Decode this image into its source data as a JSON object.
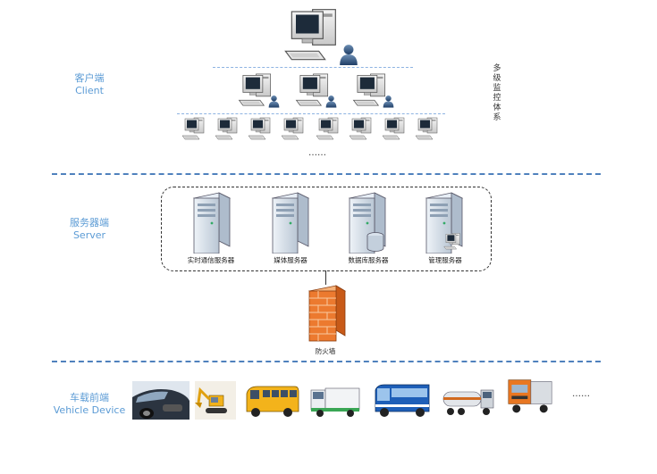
{
  "tiers": {
    "client": {
      "cn": "客户端",
      "en": "Client"
    },
    "server": {
      "cn": "服务器端",
      "en": "Server"
    },
    "vehicle": {
      "cn": "车载前端",
      "en": "Vehicle Device"
    }
  },
  "side_label": "多级监控体系",
  "client_more": "……",
  "servers": [
    {
      "label": "实时通信服务器",
      "icon": "server-icon"
    },
    {
      "label": "媒体服务器",
      "icon": "server-icon"
    },
    {
      "label": "数据库服务器",
      "icon": "database-server-icon"
    },
    {
      "label": "管理服务器",
      "icon": "management-server-icon"
    }
  ],
  "firewall": {
    "label": "防火墙",
    "icon": "firewall-icon"
  },
  "vehicles": [
    {
      "name": "car",
      "icon": "car-icon"
    },
    {
      "name": "excavator",
      "icon": "excavator-icon"
    },
    {
      "name": "school-bus",
      "icon": "school-bus-icon"
    },
    {
      "name": "sweeper-truck",
      "icon": "sweeper-truck-icon"
    },
    {
      "name": "coach-bus",
      "icon": "coach-bus-icon"
    },
    {
      "name": "tanker-truck",
      "icon": "tanker-truck-icon"
    },
    {
      "name": "cargo-truck",
      "icon": "cargo-truck-icon"
    }
  ],
  "vehicle_more": "……",
  "colors": {
    "accent": "#5b9bd5",
    "separator": "#4f81bd",
    "firewall": "#e8762c"
  }
}
